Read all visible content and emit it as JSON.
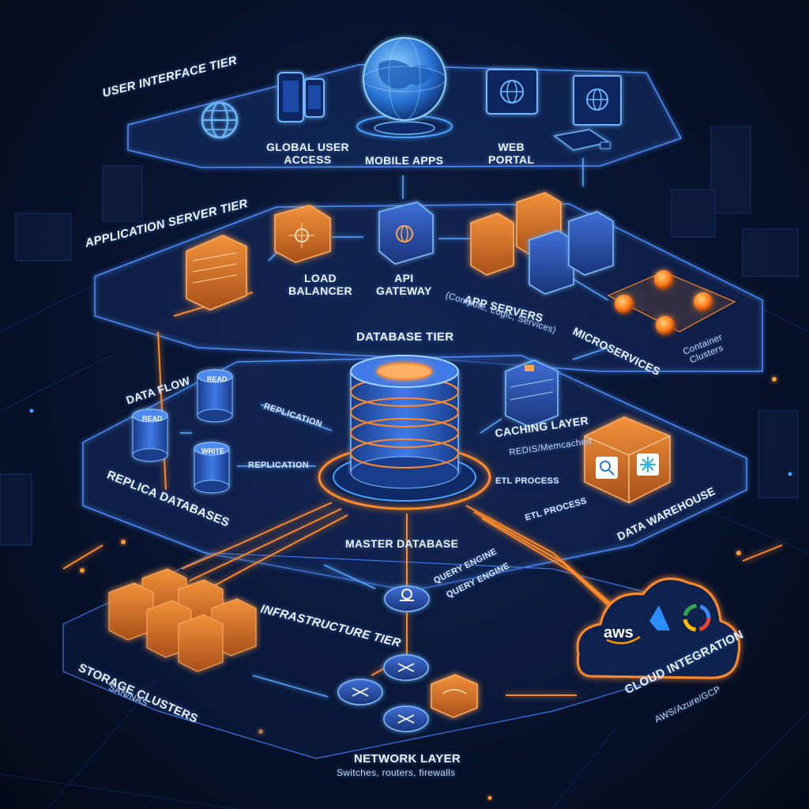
{
  "tiers": {
    "ui": "USER INTERFACE TIER",
    "app": "APPLICATION SERVER TIER",
    "db": "DATABASE TIER",
    "infra": "INFRASTRUCTURE TIER"
  },
  "ui_nodes": {
    "global_access": "GLOBAL USER\nACCESS",
    "mobile_apps": "MOBILE APPS",
    "web_portal": "WEB\nPORTAL"
  },
  "app_nodes": {
    "load_balancer": "LOAD\nBALANCER",
    "api_gateway": "API\nGATEWAY",
    "app_servers": "APP SERVERS",
    "app_servers_sub": "(Compute, Logic, Services)",
    "microservices": "MICROSERVICES",
    "container_clusters": "Container\nClusters"
  },
  "db_nodes": {
    "data_flow": "DATA FLOW",
    "read_1": "READ",
    "read_2": "READ",
    "write": "WRITE",
    "replication_1": "REPLICATION",
    "replication_2": "REPLICATION",
    "replica_databases": "REPLICA DATABASES",
    "master_database": "MASTER DATABASE",
    "caching_layer": "CACHING LAYER",
    "caching_sub": "REDIS/Memcached",
    "etl_1": "ETL PROCESS",
    "etl_2": "ETL PROCESS",
    "data_warehouse": "DATA WAREHOUSE",
    "query_engine_1": "QUERY ENGINE",
    "query_engine_2": "QUERY ENGINE"
  },
  "infra_nodes": {
    "storage_clusters": "STORAGE CLUSTERS",
    "storage_sub": "SAN/NAS",
    "cloud_integration": "CLOUD INTEGRATION",
    "cloud_sub": "AWS/Azure/GCP",
    "aws_logo": "aws",
    "network_layer": "NETWORK LAYER",
    "network_sub": "Switches, routers, firewalls"
  },
  "colors": {
    "blue_glow": "#3b8cff",
    "orange_glow": "#ff8a2a",
    "background": "#081532"
  }
}
